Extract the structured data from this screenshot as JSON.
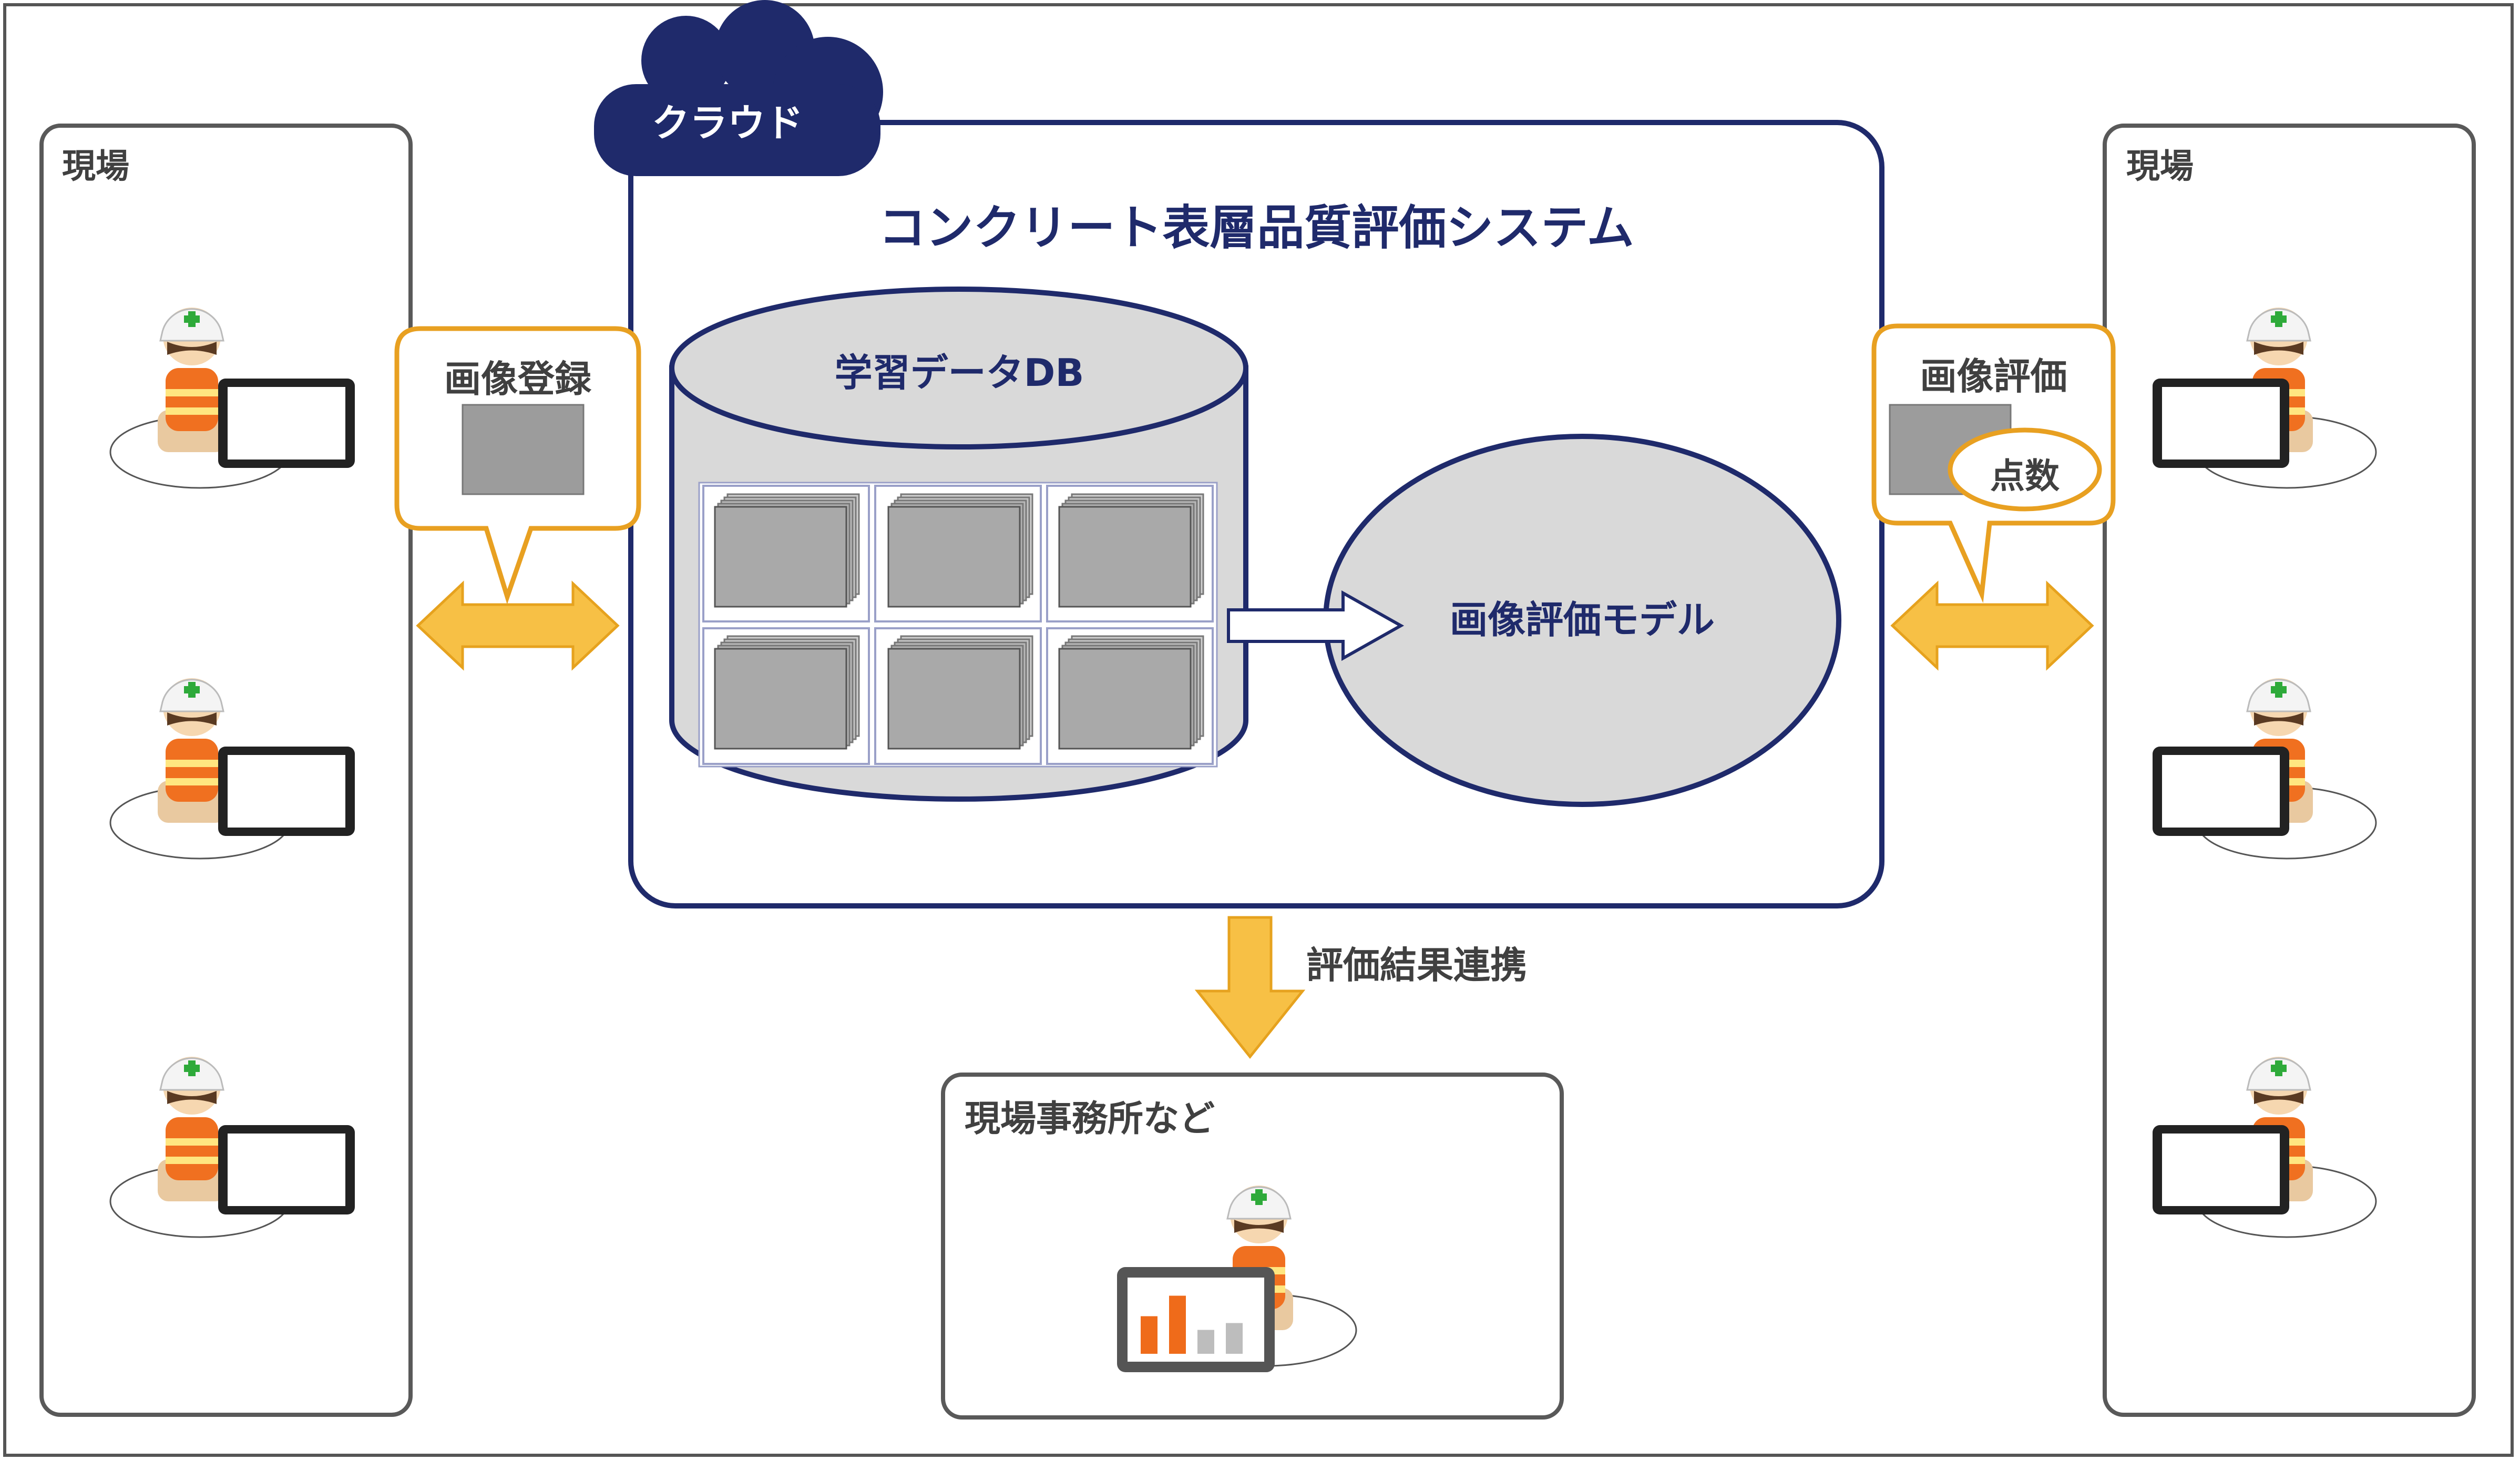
{
  "cloud": {
    "label": "クラウド",
    "system_title": "コンクリート表層品質評価システム"
  },
  "database": {
    "title": "学習データDB"
  },
  "model": {
    "label": "画像評価モデル"
  },
  "left_site": {
    "title": "現場"
  },
  "right_site": {
    "title": "現場"
  },
  "register_bubble": {
    "label": "画像登録"
  },
  "evaluate_bubble": {
    "label": "画像評価",
    "score_label": "点数"
  },
  "flow": {
    "result_label": "評価結果連携"
  },
  "office": {
    "title": "現場事務所など"
  },
  "chart_in_tablet": {
    "values": [
      0.55,
      0.85,
      0.35,
      0.45
    ]
  },
  "colors": {
    "navy": "#1f2a6b",
    "arrow": "#f7c045",
    "arrow_stroke": "#e6a21e",
    "bubble": "#e8a021",
    "vest": "#ef6b1a"
  }
}
